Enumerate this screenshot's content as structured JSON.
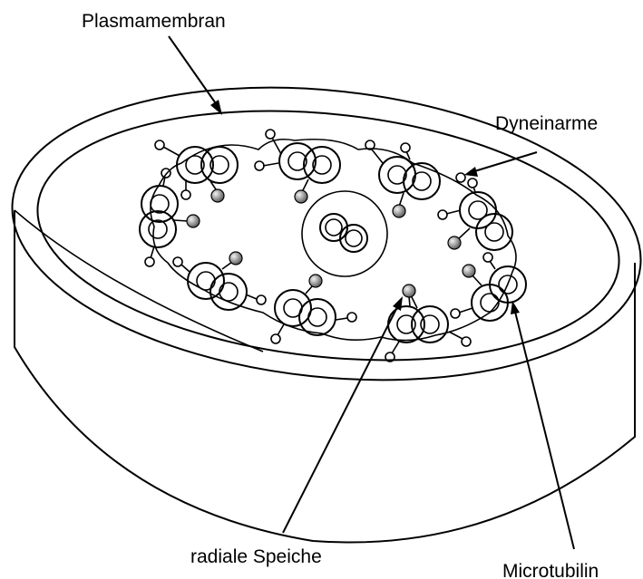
{
  "labels": {
    "plasma_membrane": "Plasmamembran",
    "dynein_arms": "Dyneinarme",
    "radial_spoke": "radiale Speiche",
    "microtubule": "Microtubilin"
  },
  "colors": {
    "ink": "#000000",
    "paper": "#ffffff",
    "spoke_head_dark": "#555555",
    "spoke_head_light": "#f2f2f2"
  }
}
